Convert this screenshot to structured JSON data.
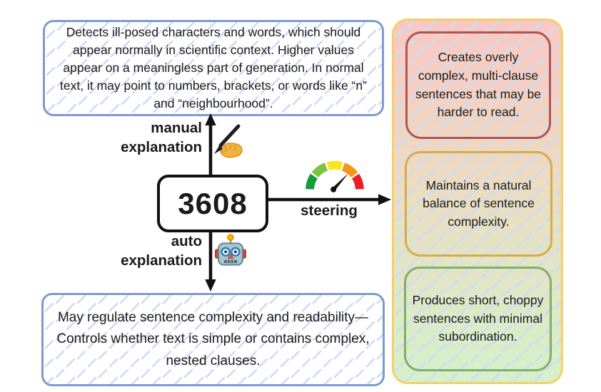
{
  "figure": {
    "feature_node": {
      "id": "3608"
    },
    "manual_explanation": {
      "label_lines": [
        "manual",
        "explanation"
      ],
      "icon": "writing-hand-icon",
      "text": "Detects ill-posed characters and words, which should appear normally in scientific context. Higher values appear on a meaningless part of generation. In normal text, it may point to numbers, brackets, or words like “n” and “neighbourhood”."
    },
    "auto_explanation": {
      "label_lines": [
        "auto",
        "explanation"
      ],
      "icon": "robot-icon",
      "text": "May regulate sentence complexity and readability—Controls whether text is simple or contains complex, nested clauses."
    },
    "steering": {
      "label": "steering",
      "icon": "gauge-icon",
      "outcomes": [
        {
          "level": "high",
          "border_color": "#b2544d",
          "text": "Creates overly complex, multi-clause sentences that may be harder to read."
        },
        {
          "level": "neutral",
          "border_color": "#d7ab47",
          "text": "Maintains a natural balance of sentence complexity."
        },
        {
          "level": "low",
          "border_color": "#83ad68",
          "text": "Produces short, choppy sentences with minimal subordination."
        }
      ]
    },
    "colors": {
      "explanation_box_border": "#7e9bcd",
      "hatch_stripe": "#ccdcf4",
      "outcomes_panel_border": "#f6cf66",
      "outcomes_gradient_top": "#f8c8c4",
      "outcomes_gradient_mid": "#ebdcc2",
      "outcomes_gradient_bottom": "#d5f0ca",
      "node_border": "#111111",
      "gauge_segments": [
        "#169b39",
        "#7dc242",
        "#f9e71e",
        "#f7941d",
        "#ee1d23"
      ]
    }
  }
}
